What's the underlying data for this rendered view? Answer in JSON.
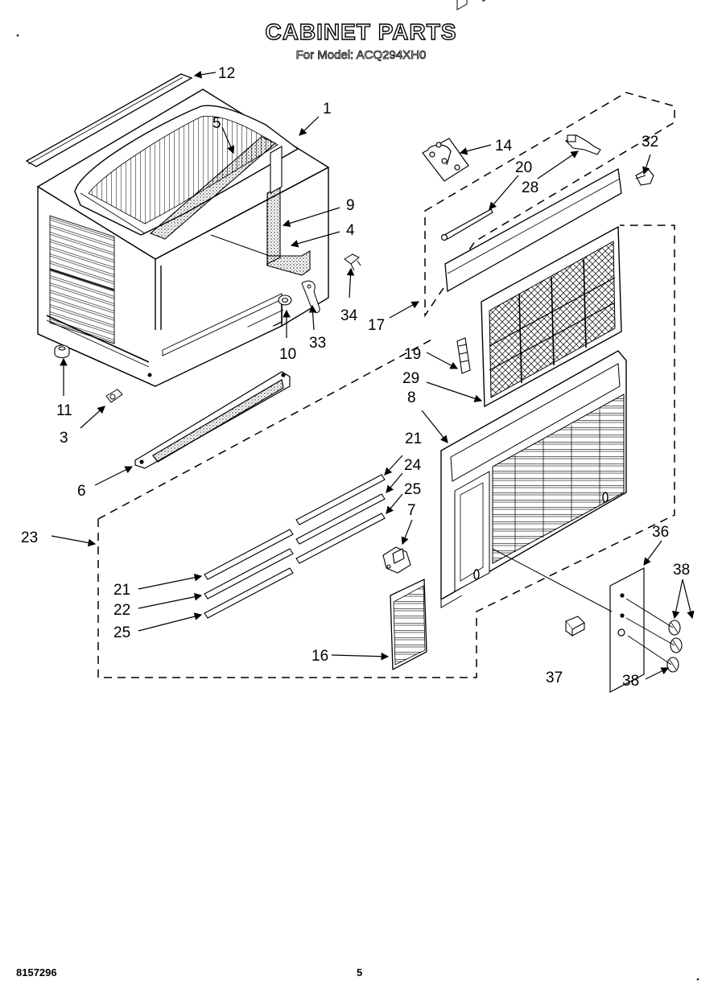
{
  "header": {
    "title": "CABINET PARTS",
    "subtitle": "For Model: ACQ294XH0"
  },
  "footer": {
    "doc_number": "8157296",
    "page_number": "5"
  },
  "callouts": {
    "c1": "1",
    "c3": "3",
    "c4": "4",
    "c5": "5",
    "c6": "6",
    "c7": "7",
    "c8": "8",
    "c9": "9",
    "c10": "10",
    "c11": "11",
    "c12": "12",
    "c14": "14",
    "c16": "16",
    "c17": "17",
    "c19": "19",
    "c20": "20",
    "c21a": "21",
    "c21b": "21",
    "c22": "22",
    "c23": "23",
    "c24": "24",
    "c25a": "25",
    "c25b": "25",
    "c28": "28",
    "c29": "29",
    "c32": "32",
    "c33": "33",
    "c34": "34",
    "c36": "36",
    "c37": "37",
    "c38a": "38",
    "c38b": "38"
  }
}
